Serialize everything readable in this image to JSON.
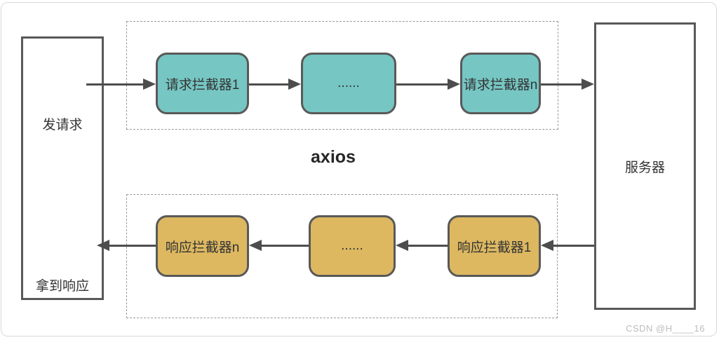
{
  "diagram": {
    "client_box": {
      "send_label": "发请求",
      "receive_label": "拿到响应"
    },
    "axios_label": "axios",
    "request_interceptors": [
      "请求拦截器1",
      "......",
      "请求拦截器n"
    ],
    "response_interceptors": [
      "响应拦截器n",
      "......",
      "响应拦截器1"
    ],
    "server_label": "服务器",
    "colors": {
      "request_fill": "#76c6c3",
      "response_fill": "#ddb861",
      "stroke": "#595959",
      "arrow": "#4d4d4d",
      "dashed_border": "#999999"
    }
  },
  "watermark": "CSDN @H____16"
}
